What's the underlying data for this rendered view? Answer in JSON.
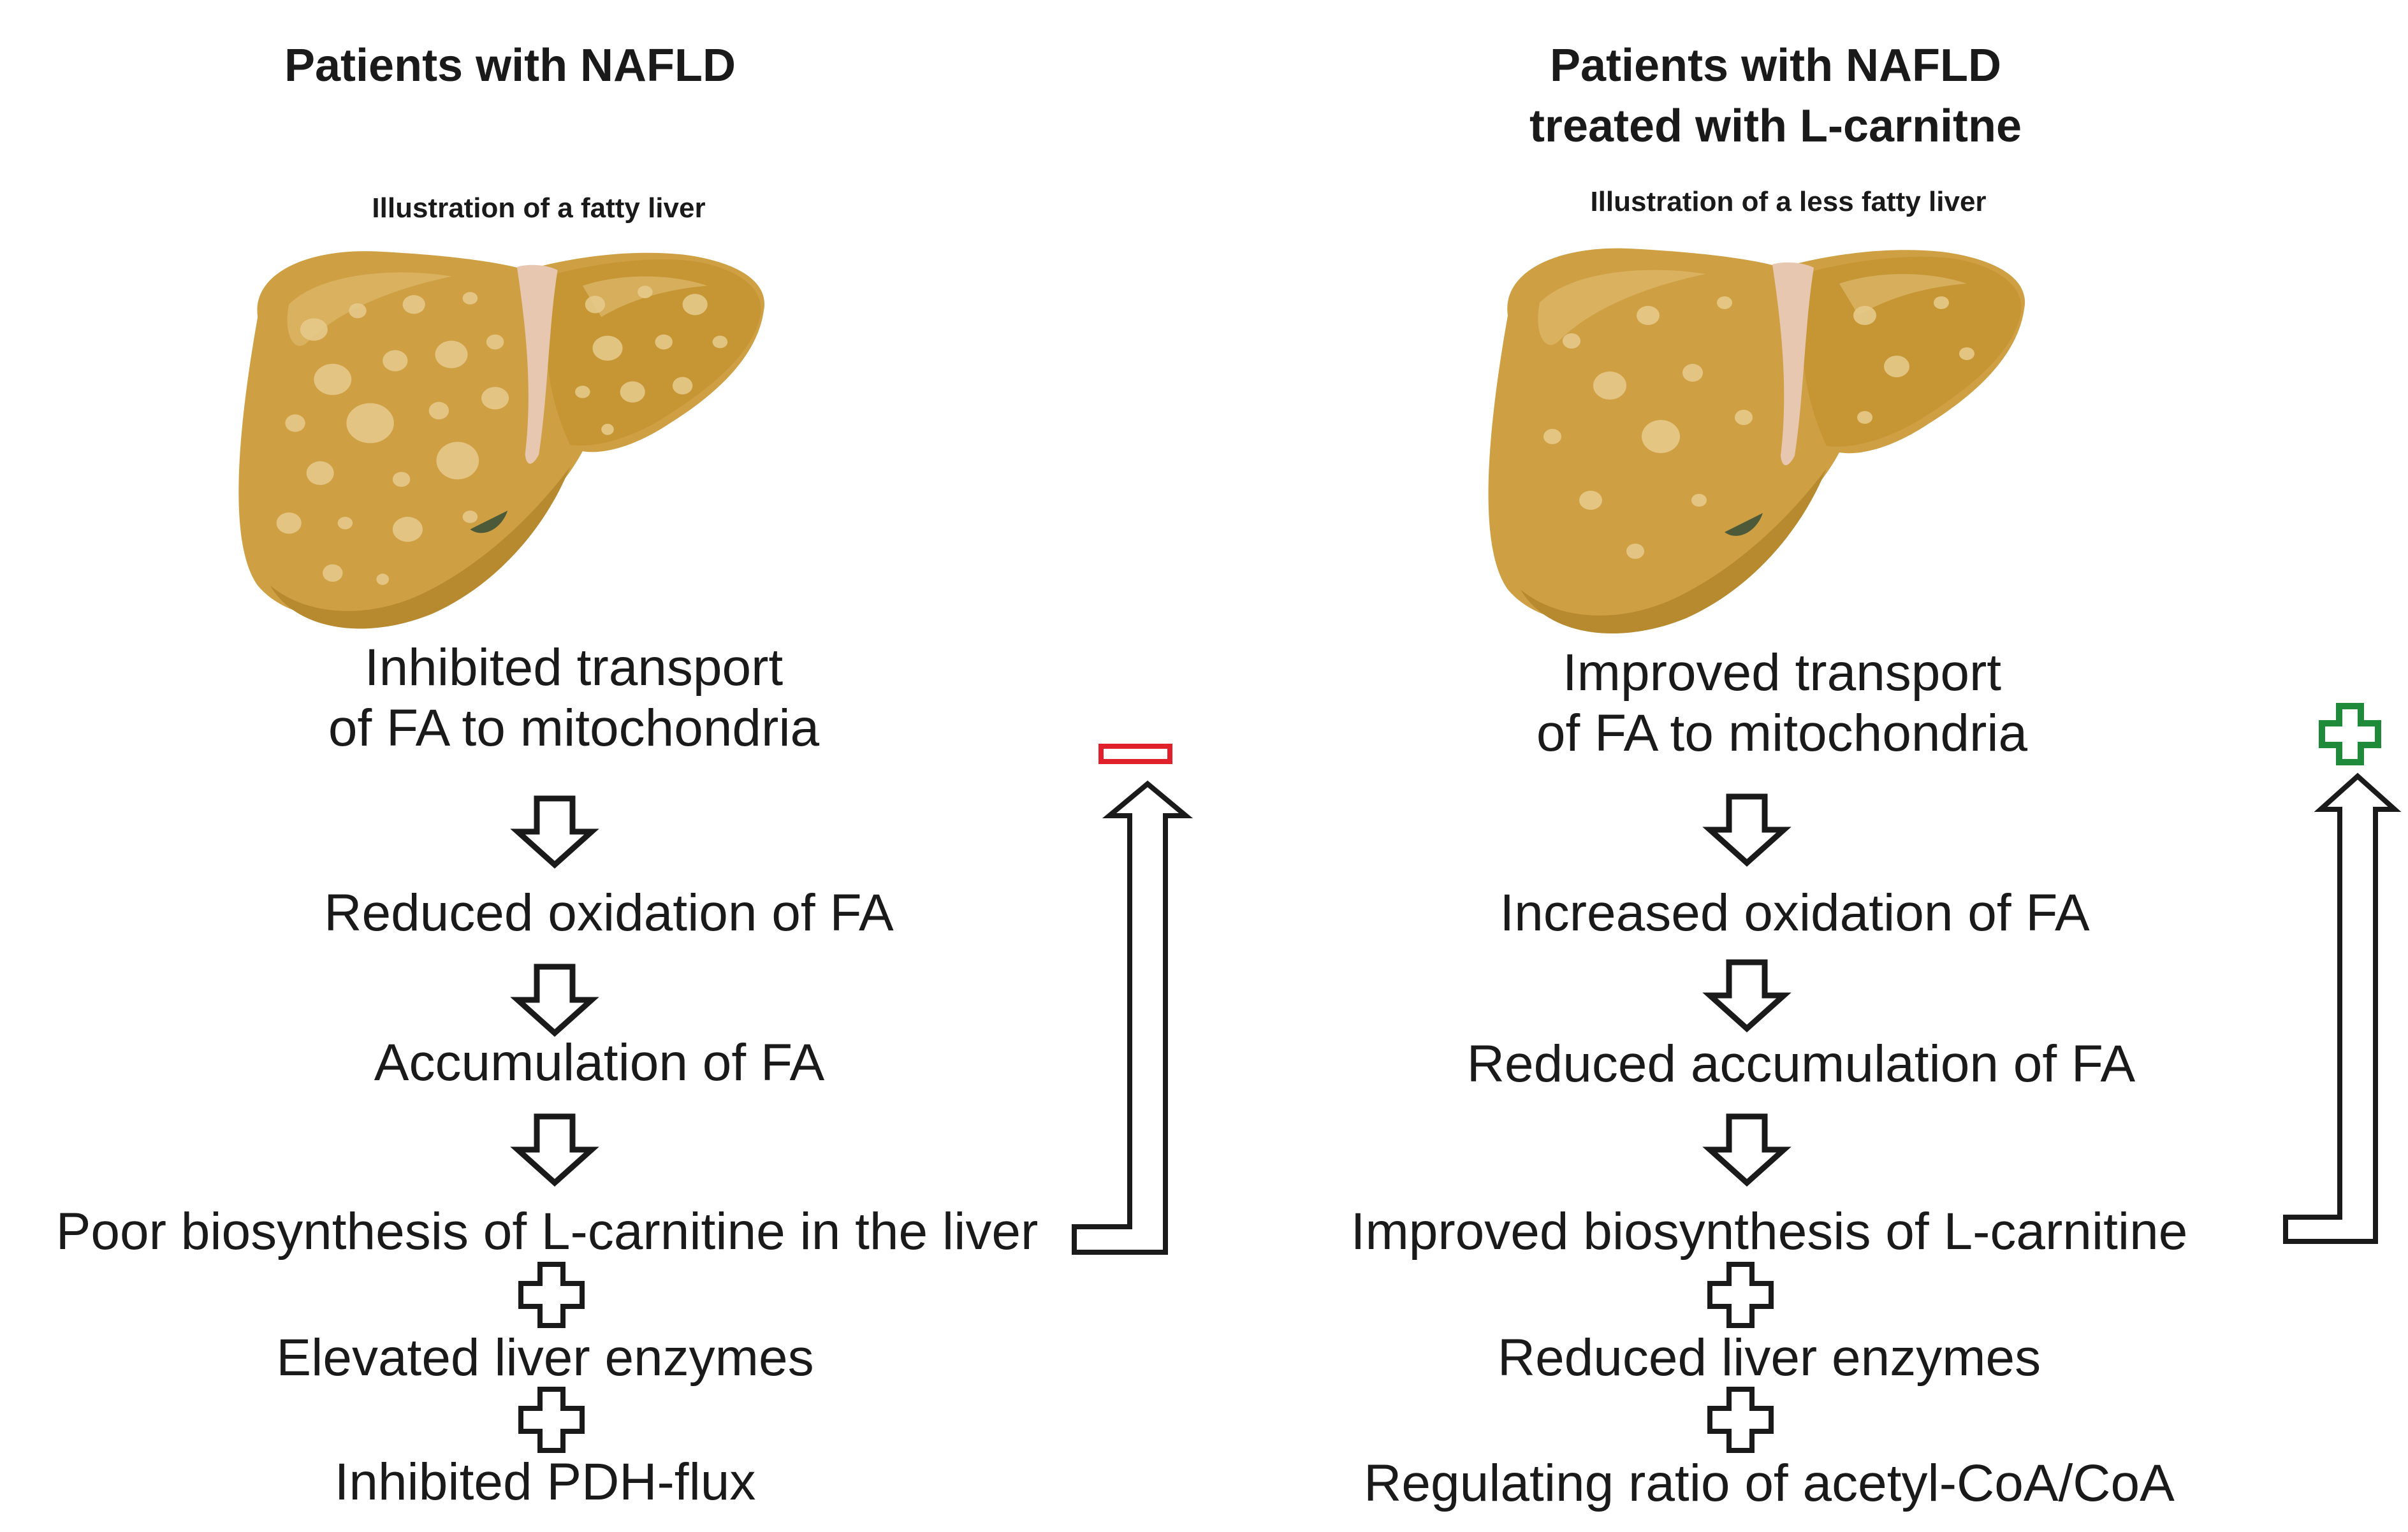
{
  "left": {
    "title": "Patients with NAFLD",
    "caption": "Illustration of a fatty liver",
    "steps": [
      "Inhibited transport",
      "of FA to mitochondria",
      "Reduced oxidation of FA",
      "Accumulation of FA",
      "Poor biosynthesis of L-carnitine in the liver",
      "Elevated liver enzymes",
      "Inhibited PDH-flux"
    ],
    "feedback_symbol": "minus",
    "feedback_color": "#e0202a"
  },
  "right": {
    "title_line1": "Patients with NAFLD",
    "title_line2": "treated with L-carnitne",
    "caption": "Illustration of a less fatty liver",
    "steps": [
      "Improved transport",
      "of FA to mitochondria",
      "Increased oxidation of FA",
      "Reduced accumulation of FA",
      "Improved biosynthesis of L-carnitine",
      "Reduced liver enzymes",
      "Regulating ratio of acetyl-CoA/CoA"
    ],
    "feedback_symbol": "plus",
    "feedback_color": "#1e8a3a"
  },
  "colors": {
    "liver": "#cfa043",
    "liver_shadow": "#b88a2f",
    "fat_spot": "#e6c98a",
    "ligament": "#e8c7b0",
    "arrow_outline": "#1a1a1a"
  },
  "icons": [
    "down-arrow-icon",
    "plus-icon",
    "minus-icon",
    "feedback-arrow-icon"
  ]
}
